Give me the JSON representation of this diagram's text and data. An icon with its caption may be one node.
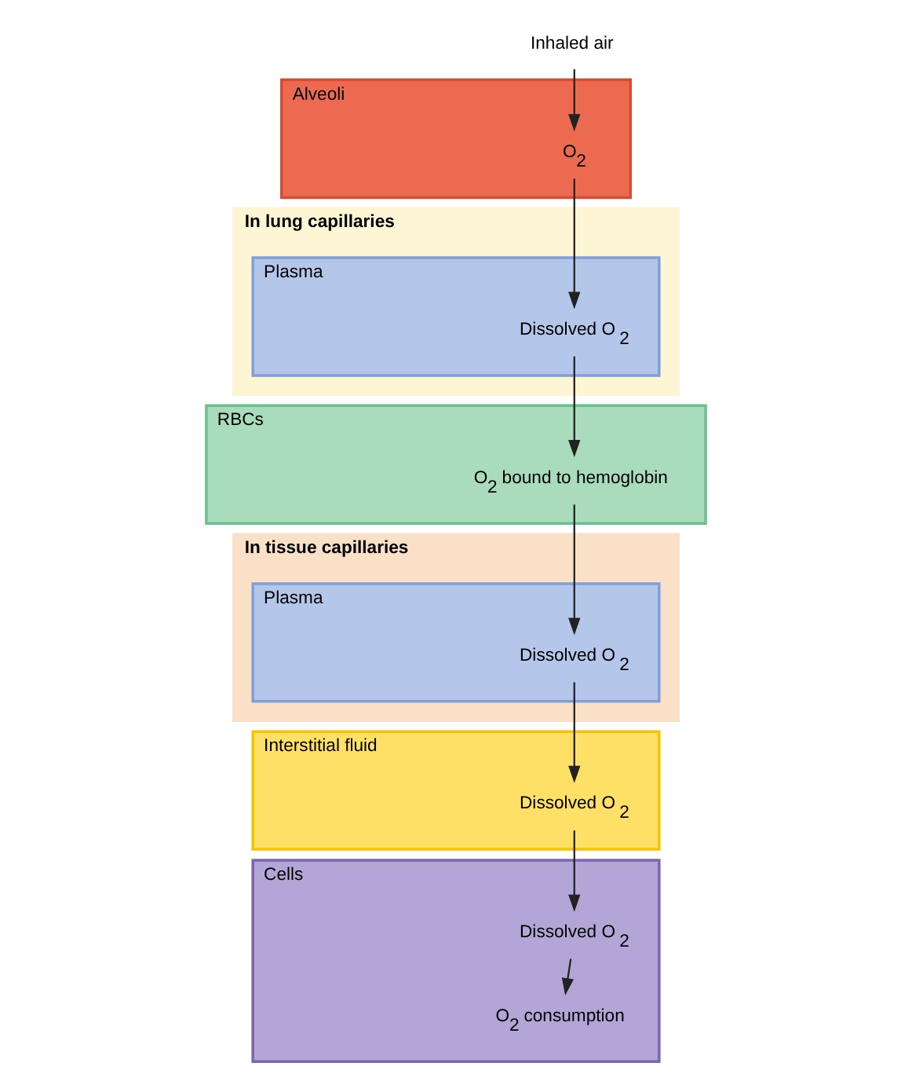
{
  "diagram": {
    "nodes": [
      {
        "text": [
          "Inhaled air"
        ]
      },
      {
        "text": [
          "In lung capillaries"
        ]
      },
      {
        "text": [
          "In tissue capillaries"
        ]
      },
      {
        "text": [
          "Alveoli"
        ]
      },
      {
        "text": [
          "O$_{2}$"
        ],
        "in": 3
      },
      {
        "text": [
          "Plasma"
        ],
        "in": 1
      },
      {
        "text": [
          "Dissolved O$_{2}$"
        ],
        "in": 5
      },
      {
        "text": [
          "RBCs"
        ]
      },
      {
        "text": [
          "O$_{2}$ bound to hemoglobin"
        ],
        "in": 7
      },
      {
        "text": [
          "Plasma"
        ],
        "in": 2
      },
      {
        "text": [
          "Dissolved O$_{2}$"
        ],
        "in": 9
      },
      {
        "text": [
          "Interstitial fluid"
        ]
      },
      {
        "text": [
          "Dissolved O$_{2}$"
        ],
        "in": 11
      },
      {
        "text": [
          "Cells"
        ]
      },
      {
        "text": [
          "Dissolved O$_{2}$"
        ],
        "in": 13
      },
      {
        "text": [
          "O$_{2}$ consumption"
        ],
        "in": 13
      }
    ],
    "edges": [
      {
        "from": 0,
        "to": 4,
        "arrow": "to"
      },
      {
        "from": 4,
        "to": 6,
        "arrow": "to"
      },
      {
        "from": 6,
        "to": 8,
        "arrow": "to"
      },
      {
        "from": 8,
        "to": 10,
        "arrow": "to"
      },
      {
        "from": 10,
        "to": 12,
        "arrow": "to"
      },
      {
        "from": 12,
        "to": 14,
        "arrow": "to"
      },
      {
        "from": 14,
        "to": 15,
        "arrow": "to"
      }
    ]
  }
}
